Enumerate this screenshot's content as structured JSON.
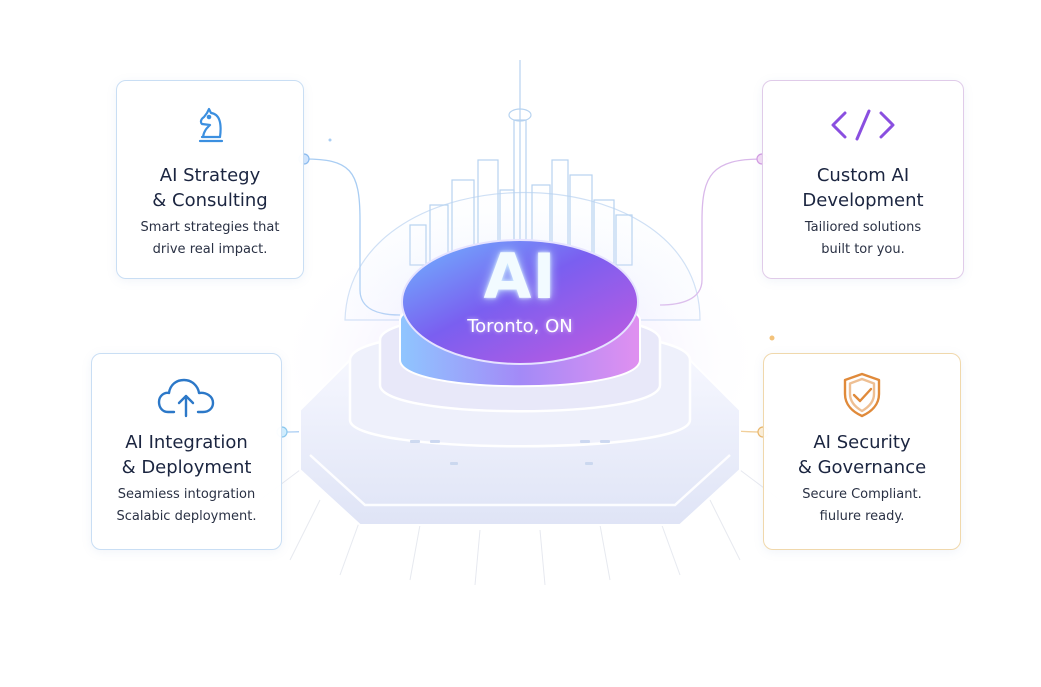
{
  "hub": {
    "label": "AI",
    "location": "Toronto, ON"
  },
  "cards": {
    "strategy": {
      "icon": "chess-knight-icon",
      "title": "AI Strategy\n& Consulting",
      "description": "Smart strategies that\ndrive real impact.",
      "accent": "#3b8fe0"
    },
    "custom": {
      "icon": "code-brackets-icon",
      "title": "Custom AI\nDevelopment",
      "description": "Tailiored solutions\nbuilt tor you.",
      "accent": "#8a4fe0"
    },
    "integration": {
      "icon": "cloud-upload-icon",
      "title": "AI Integration\n& Deployment",
      "description": "Seamiess intogration\nScalabic deployment.",
      "accent": "#2c78c8"
    },
    "security": {
      "icon": "shield-check-icon",
      "title": "AI Security\n& Governance",
      "description": "Secure  Compliant.\nfiulure ready.",
      "accent": "#e08a3a"
    }
  }
}
